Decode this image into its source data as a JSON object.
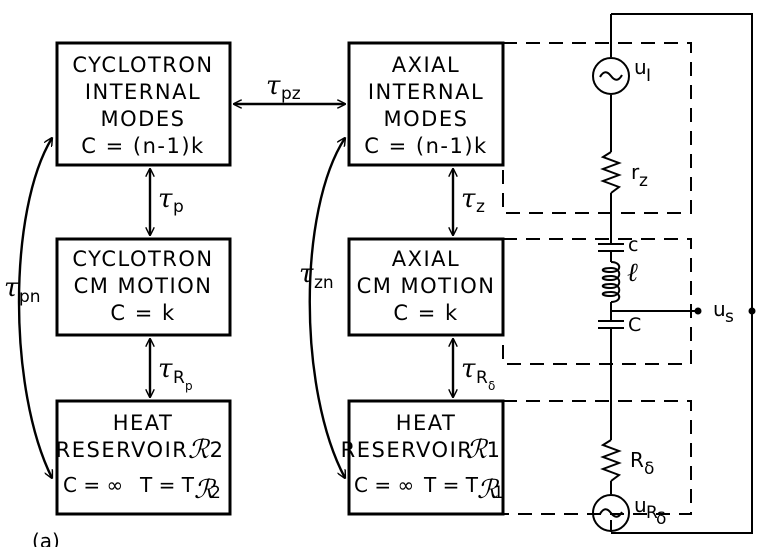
{
  "boxes": {
    "cyclotron_internal": {
      "lines": [
        "CYCLOTRON",
        "INTERNAL",
        "MODES",
        "C = (n-1)k"
      ]
    },
    "axial_internal": {
      "lines": [
        "AXIAL",
        "INTERNAL",
        "MODES",
        "C = (n-1)k"
      ]
    },
    "cyclotron_cm": {
      "lines": [
        "CYCLOTRON",
        "CM MOTION",
        "C = k"
      ]
    },
    "axial_cm": {
      "lines": [
        "AXIAL",
        "CM MOTION",
        "C = k"
      ]
    },
    "heat_reservoir_2": {
      "lines": [
        "HEAT",
        "RESERVOIR"
      ],
      "glyph": "ℛ",
      "num": "2",
      "cap": "C = ∞",
      "temp": "T = T",
      "temp_sub": "ℛ",
      "temp_sub_num": "2"
    },
    "heat_reservoir_1": {
      "lines": [
        "HEAT",
        "RESERVOIR"
      ],
      "glyph": "ℛ",
      "num": "1",
      "cap": "C = ∞",
      "temp": "T = T",
      "temp_sub": "ℛ",
      "temp_sub_num": "1"
    }
  },
  "time_constants": {
    "tau": "τ",
    "pz": "pz",
    "p": "p",
    "z": "z",
    "pn": "pn",
    "zn": "zn",
    "R": "R",
    "rp_sub": "p",
    "rd_sub": "δ"
  },
  "circuit": {
    "uI": "u",
    "uI_sub": "I",
    "rz": "r",
    "rz_sub": "z",
    "c_small": "c",
    "ell": "ℓ",
    "C_cap": "C",
    "us": "u",
    "us_sub": "s",
    "Rd": "R",
    "Rd_sub": "δ",
    "uRd": "u",
    "uRd_sub": "R",
    "uRd_subsub": "δ"
  },
  "figure_label": "(a)"
}
